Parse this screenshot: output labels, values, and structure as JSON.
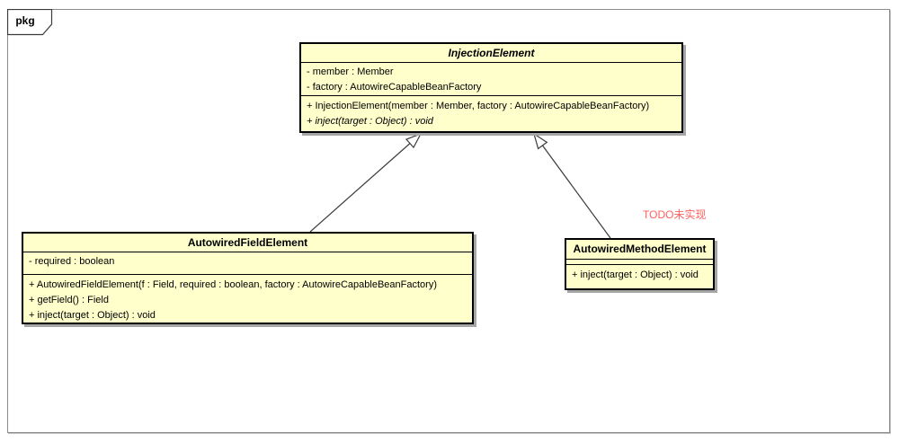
{
  "frame": {
    "tab_label": "pkg"
  },
  "colors": {
    "background": "#FFFFFF",
    "box_fill": "#FFFFCC",
    "box_border": "#000000",
    "box_shadow": "#A6A6A6",
    "frame_border": "#8C8C8C",
    "line_color": "#3B3B3B",
    "text_color": "#000000",
    "todo_red": "#FF6161"
  },
  "annotation": {
    "todo_label": "TODO未实现"
  },
  "classes": {
    "injection_element": {
      "title": "InjectionElement",
      "abstract": true,
      "attributes": [
        "- member : Member",
        "- factory : AutowireCapableBeanFactory"
      ],
      "methods": [
        "+ InjectionElement(member : Member, factory : AutowireCapableBeanFactory)",
        "+ inject(target : Object) : void"
      ]
    },
    "autowired_field_element": {
      "title": "AutowiredFieldElement",
      "abstract": false,
      "attributes": [
        "- required : boolean"
      ],
      "methods": [
        "+ AutowiredFieldElement(f : Field, required : boolean, factory : AutowireCapableBeanFactory)",
        "+ getField() : Field",
        "+ inject(target : Object) : void"
      ]
    },
    "autowired_method_element": {
      "title": "AutowiredMethodElement",
      "abstract": false,
      "attributes": [],
      "methods": [
        "+ inject(target : Object) : void"
      ]
    }
  },
  "relationships": [
    {
      "type": "generalization",
      "from": "AutowiredFieldElement",
      "to": "InjectionElement"
    },
    {
      "type": "generalization",
      "from": "AutowiredMethodElement",
      "to": "InjectionElement"
    }
  ]
}
